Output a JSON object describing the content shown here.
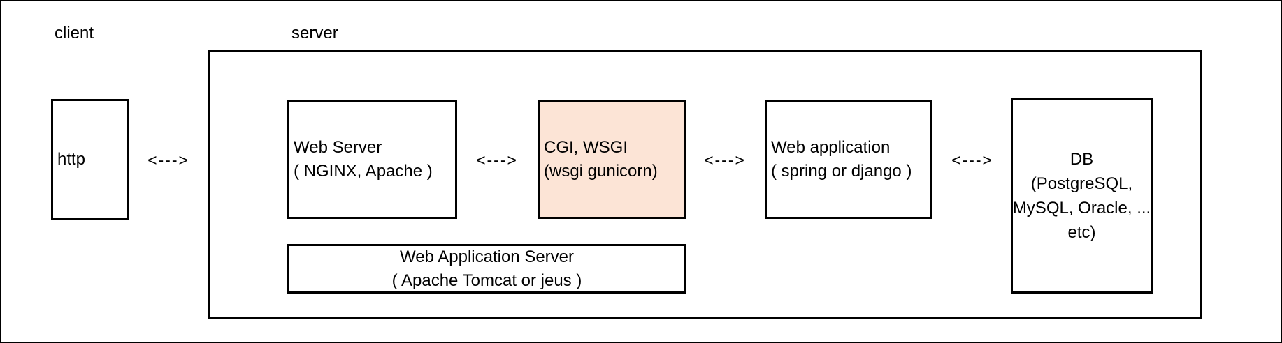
{
  "labels": {
    "client": "client",
    "server": "server"
  },
  "boxes": {
    "http": {
      "lines": [
        "http"
      ]
    },
    "web_server": {
      "lines": [
        "Web Server",
        "( NGINX, Apache )"
      ]
    },
    "cgi_wsgi": {
      "lines": [
        "CGI, WSGI",
        "(wsgi gunicorn)"
      ]
    },
    "web_application": {
      "lines": [
        "Web application",
        "( spring or django )"
      ]
    },
    "db": {
      "lines": [
        "DB",
        "(PostgreSQL,",
        "MySQL, Oracle, ...",
        "etc)"
      ]
    },
    "web_application_server": {
      "lines": [
        "Web Application Server",
        "( Apache Tomcat or jeus )"
      ]
    }
  },
  "arrows": {
    "symbol": "<--->"
  },
  "colors": {
    "line": "#000000",
    "cgi_fill": "#fce4d6",
    "background": "#ffffff"
  }
}
